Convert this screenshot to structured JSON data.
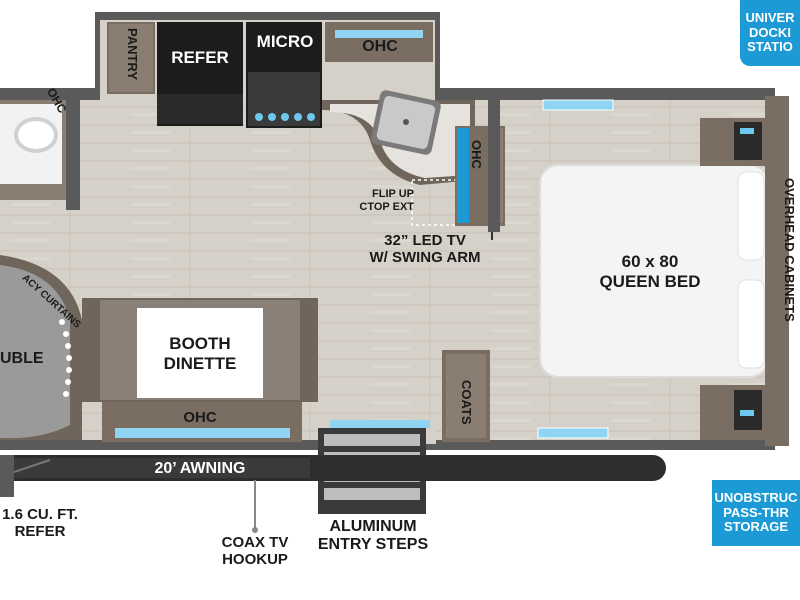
{
  "labels": {
    "pantry": "PANTRY",
    "refer": "REFER",
    "micro": "MICRO",
    "ohc_top": "OHC",
    "ohc_bath": "OHC",
    "ohc_tv": "OHC",
    "flip_up": "FLIP UP\nCTOP EXT",
    "led_tv": "32” LED TV\nW/ SWING ARM",
    "bed": "60 x 80\nQUEEN BED",
    "overhead_cabinets": "OVERHEAD CABINETS",
    "booth_dinette": "BOOTH\nDINETTE",
    "ohc_dinette": "OHC",
    "coats": "COATS",
    "double": "UBLE",
    "privacy_curtains": "ACY CURTAINS",
    "awning": "20’ AWNING",
    "outside_refer": "1.6 CU. FT.\nREFER",
    "coax": "COAX TV\nHOOKUP",
    "entry_steps": "ALUMINUM\nENTRY STEPS",
    "docking_station": "UNIVER\nDOCKI\nSTATIO",
    "storage": "UNOBSTRUC\nPASS-THR\nSTORAGE"
  },
  "colors": {
    "floor": "#d6d1c8",
    "wall": "#5a5a5a",
    "cabinet": "#7a6e63",
    "appliance": "#1c1c1c",
    "bed": "#f4f4f4",
    "accent_blue": "#1b9ad6",
    "window": "#8fd4f2"
  }
}
